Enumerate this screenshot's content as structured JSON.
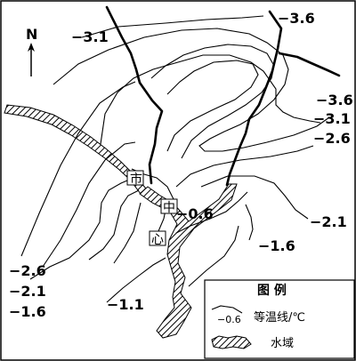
{
  "north_label": "N",
  "center_label": [
    "市",
    "中",
    "心"
  ],
  "isotherm_labels": [
    "-3.1",
    "-3.6",
    "-3.6",
    "-3.1",
    "-2.6",
    "-2.1",
    "-1.6",
    "-0.6",
    "-1.1",
    "-2.6",
    "-2.1",
    "-1.6"
  ],
  "legend": {
    "title": "图  例",
    "isotherm_sample_value": "-0.6",
    "isotherm_label": "等温线/℃",
    "water_label": "水域"
  },
  "colors": {
    "ink": "#000000",
    "background": "#ffffff"
  }
}
